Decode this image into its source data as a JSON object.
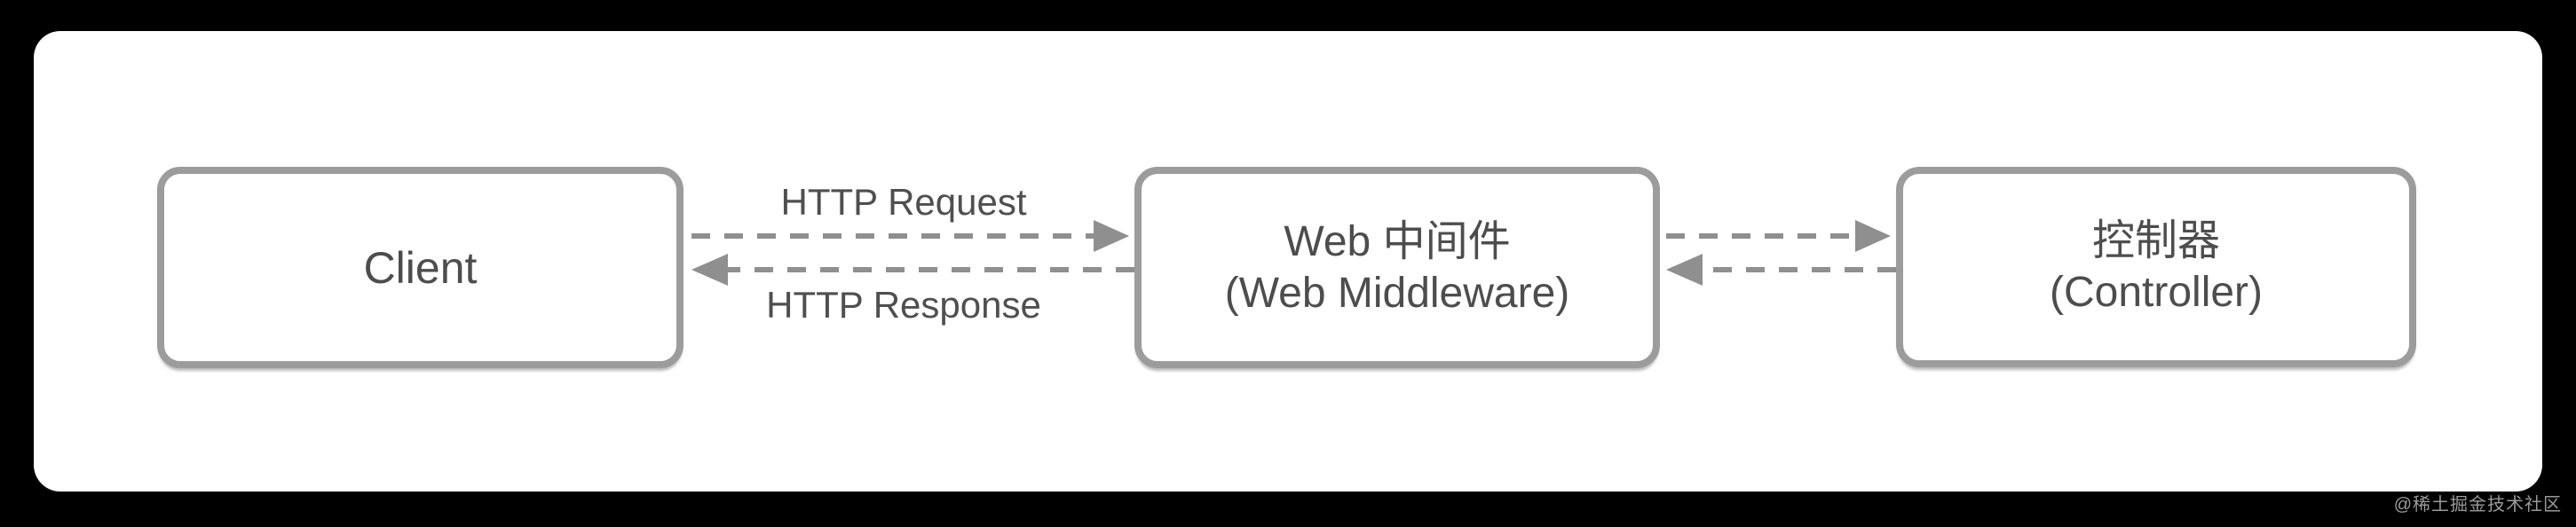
{
  "page": {
    "background": "#000000",
    "card_background": "#ffffff"
  },
  "diagram": {
    "nodes": [
      {
        "id": "client",
        "label_lines": [
          "Client"
        ]
      },
      {
        "id": "web-middleware",
        "label_lines": [
          "Web 中间件",
          "(Web Middleware)"
        ]
      },
      {
        "id": "controller",
        "label_lines": [
          "控制器",
          "(Controller)"
        ]
      }
    ],
    "edges": [
      {
        "from": "client",
        "to": "web-middleware",
        "label": "HTTP Request",
        "direction": "right",
        "style": "dashed"
      },
      {
        "from": "web-middleware",
        "to": "client",
        "label": "HTTP Response",
        "direction": "left",
        "style": "dashed"
      },
      {
        "from": "web-middleware",
        "to": "controller",
        "label": "",
        "direction": "right",
        "style": "dashed"
      },
      {
        "from": "controller",
        "to": "web-middleware",
        "label": "",
        "direction": "left",
        "style": "dashed"
      }
    ],
    "colors": {
      "node_border": "#9c9c9c",
      "arrow": "#8f8f8f",
      "text": "#4d4d4d"
    }
  },
  "watermark": {
    "text": "@稀土掘金技术社区"
  }
}
